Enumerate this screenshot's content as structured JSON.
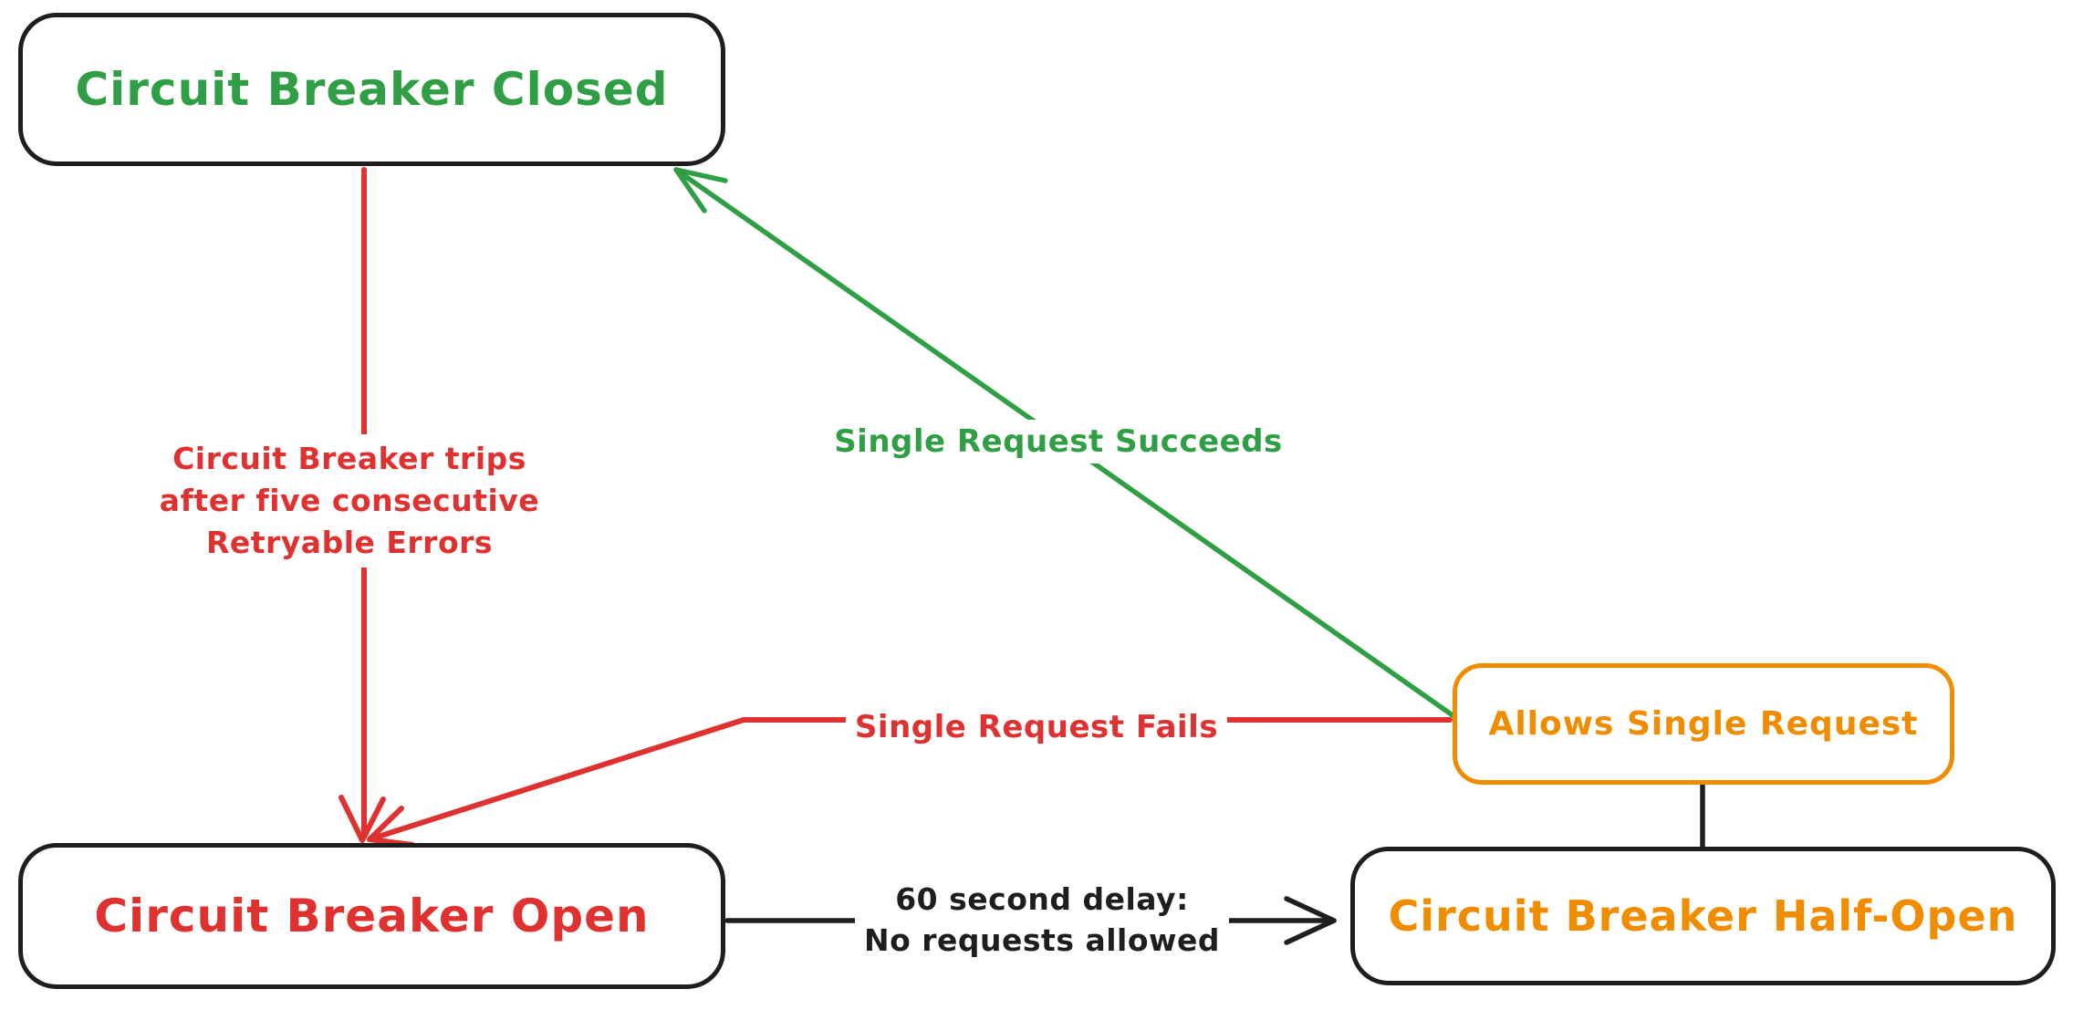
{
  "colors": {
    "green": "#2f9e44",
    "red": "#e03131",
    "orange": "#f08c00",
    "black": "#1e1e1e"
  },
  "states": {
    "closed": {
      "label": "Circuit Breaker Closed",
      "text_color": "#2f9e44",
      "border_color": "#1e1e1e"
    },
    "open": {
      "label": "Circuit Breaker Open",
      "text_color": "#e03131",
      "border_color": "#1e1e1e"
    },
    "half_open": {
      "label": "Circuit Breaker Half-Open",
      "text_color": "#f08c00",
      "border_color": "#1e1e1e"
    },
    "allows_single_request": {
      "label": "Allows Single Request",
      "text_color": "#f08c00",
      "border_color": "#f08c00"
    }
  },
  "transitions": {
    "trips": {
      "from": "closed",
      "to": "open",
      "color": "#e03131",
      "lines": [
        "Circuit Breaker trips",
        "after five consecutive",
        "Retryable Errors"
      ]
    },
    "succeeds": {
      "from": "allows_single_request",
      "to": "closed",
      "color": "#2f9e44",
      "label": "Single Request Succeeds"
    },
    "fails": {
      "from": "allows_single_request",
      "to": "open",
      "color": "#e03131",
      "label": "Single Request Fails"
    },
    "delay": {
      "from": "open",
      "to": "half_open",
      "color": "#1e1e1e",
      "lines": [
        "60 second delay:",
        "No requests allowed"
      ]
    },
    "half_open_allows_connector": {
      "from": "allows_single_request",
      "to": "half_open",
      "color": "#1e1e1e"
    }
  }
}
